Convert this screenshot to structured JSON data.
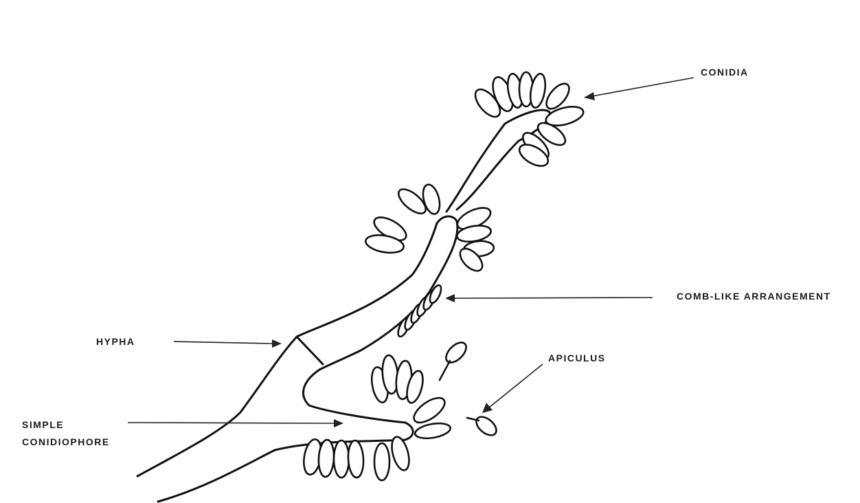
{
  "labels": {
    "conidia": "CONIDIA",
    "comb": "COMB-LIKE ARRANGEMENT",
    "hypha": "HYPHA",
    "apiculus": "APICULUS",
    "simple_line1": "SIMPLE",
    "simple_line2": "CONIDIOPHORE"
  },
  "colors": {
    "ink": "#111111",
    "background": "#ffffff"
  }
}
